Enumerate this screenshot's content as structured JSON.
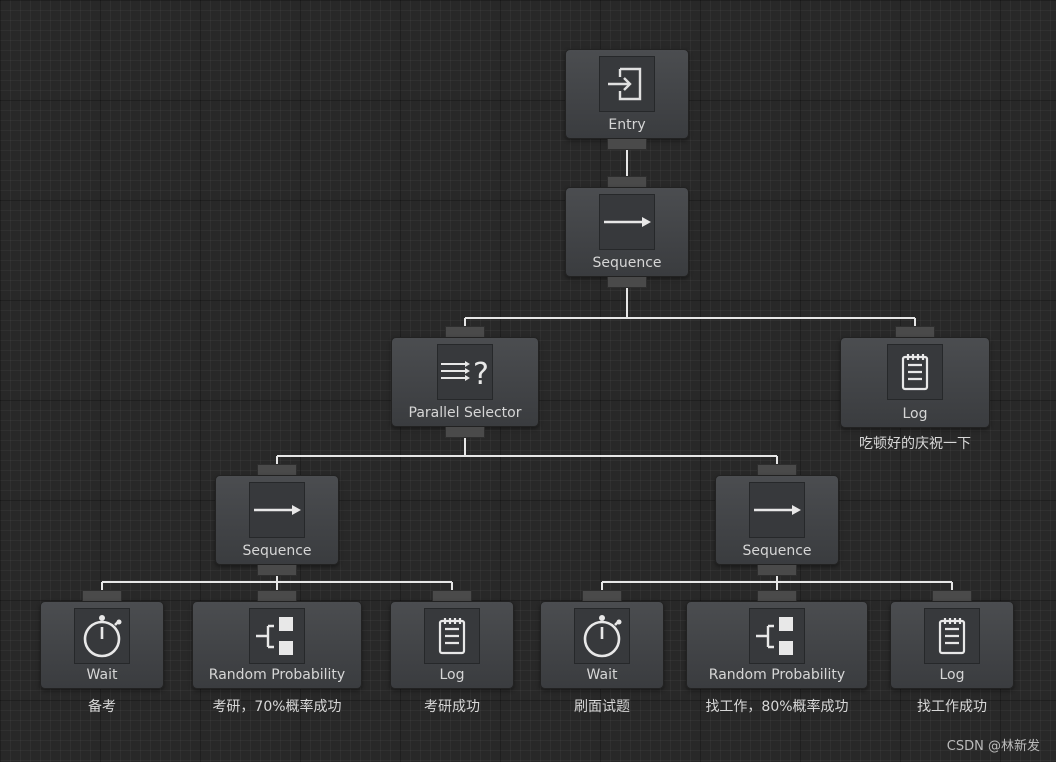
{
  "graph": {
    "nodes": {
      "entry": {
        "label": "Entry",
        "icon": "entry-icon"
      },
      "root_sequence": {
        "label": "Sequence",
        "icon": "arrow-right-icon"
      },
      "parallel_selector": {
        "label": "Parallel Selector",
        "icon": "parallel-selector-icon"
      },
      "log_celebrate": {
        "label": "Log",
        "icon": "notepad-icon",
        "comment": "吃顿好的庆祝一下"
      },
      "sequence_left": {
        "label": "Sequence",
        "icon": "arrow-right-icon"
      },
      "sequence_right": {
        "label": "Sequence",
        "icon": "arrow-right-icon"
      },
      "wait_left": {
        "label": "Wait",
        "icon": "stopwatch-icon",
        "comment": "备考"
      },
      "random_left": {
        "label": "Random Probability",
        "icon": "random-probability-icon",
        "comment": "考研，70%概率成功"
      },
      "log_left": {
        "label": "Log",
        "icon": "notepad-icon",
        "comment": "考研成功"
      },
      "wait_right": {
        "label": "Wait",
        "icon": "stopwatch-icon",
        "comment": "刷面试题"
      },
      "random_right": {
        "label": "Random Probability",
        "icon": "random-probability-icon",
        "comment": "找工作，80%概率成功"
      },
      "log_right": {
        "label": "Log",
        "icon": "notepad-icon",
        "comment": "找工作成功"
      }
    }
  },
  "colors": {
    "background": "#282828",
    "node": "#434548",
    "wire": "#e6e6e6",
    "text": "#d6d6d6"
  },
  "watermark": "CSDN @林新发"
}
